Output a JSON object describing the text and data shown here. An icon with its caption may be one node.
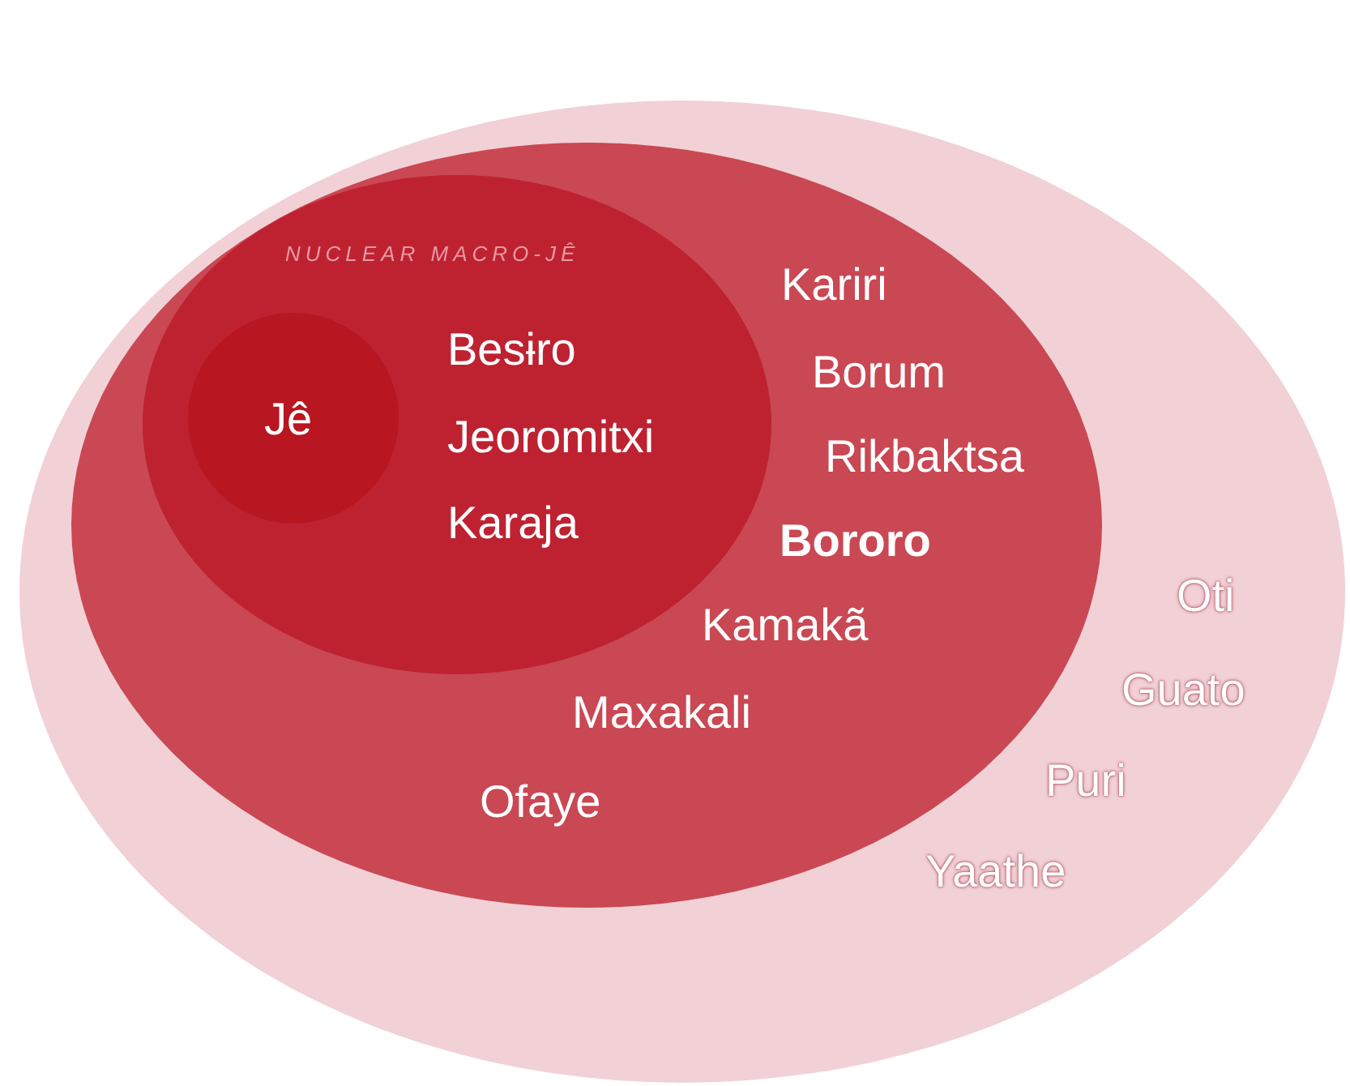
{
  "diagram": {
    "nodes": [
      {
        "text": [
          "Oti",
          "Guato",
          "Puri",
          "Yaathe"
        ]
      },
      {
        "text": [
          "Kariri",
          "Borum",
          "Rikbaktsa",
          "Bororo",
          "Kamakã",
          "Maxakali",
          "Ofaye"
        ],
        "in": 0
      },
      {
        "text": [
          "NUCLEAR MACRO-JÊ",
          "Besɨro",
          "Jeoromitxi",
          "Karaja"
        ],
        "in": 1
      },
      {
        "text": [
          "Jê"
        ],
        "in": 2
      }
    ]
  }
}
